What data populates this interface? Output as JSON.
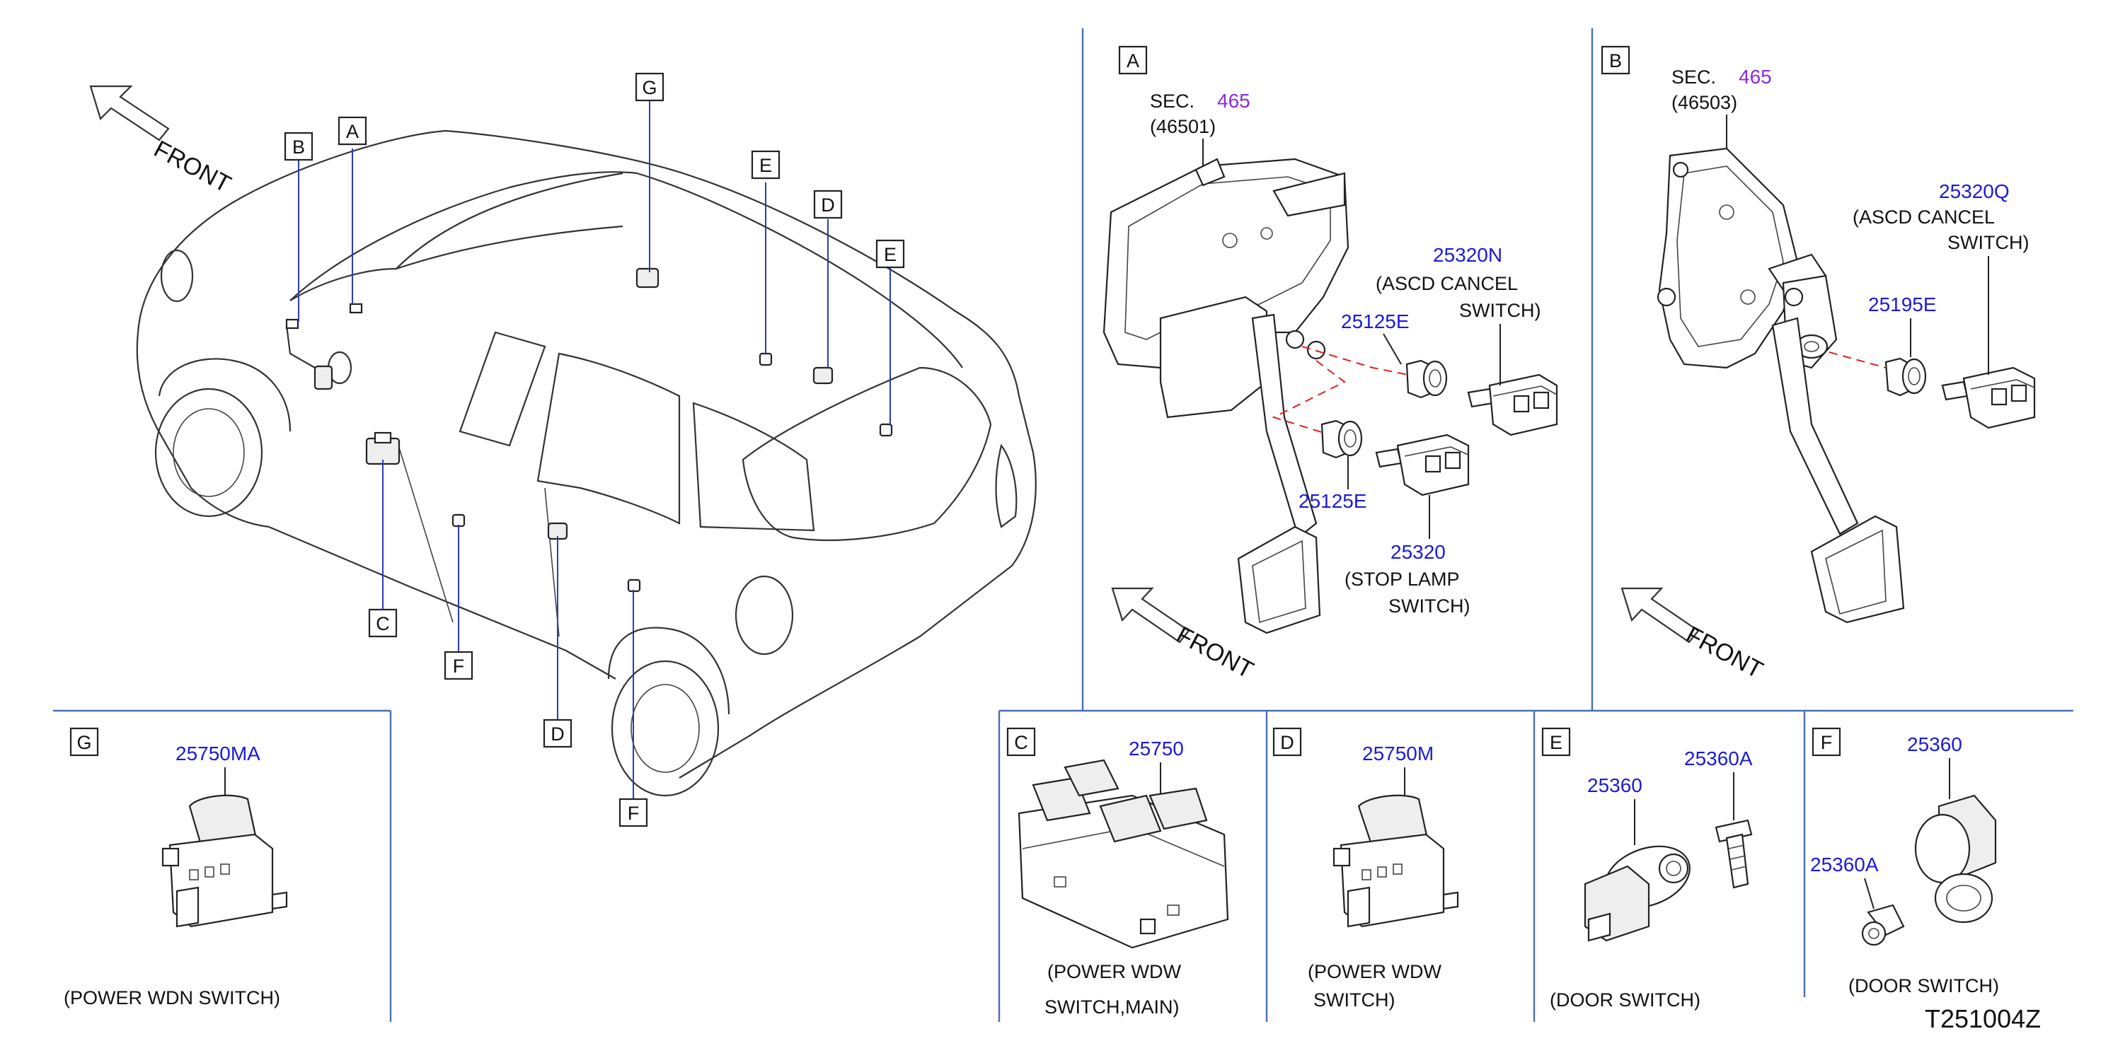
{
  "diagram": {
    "code": "T251004Z",
    "front_label": "FRONT",
    "overview_markers": [
      "A",
      "B",
      "C",
      "D",
      "D",
      "E",
      "E",
      "F",
      "F",
      "G"
    ]
  },
  "panel_a": {
    "marker": "A",
    "sec_prefix": "SEC.",
    "sec_num": "465",
    "sec_code": "(46501)",
    "parts": [
      {
        "number": "25320N",
        "desc": [
          "(ASCD   CANCEL",
          "SWITCH)"
        ]
      },
      {
        "number": "25125E",
        "desc": []
      },
      {
        "number": "25125E",
        "desc": []
      },
      {
        "number": "25320",
        "desc": [
          "(STOP   LAMP",
          "SWITCH)"
        ]
      }
    ]
  },
  "panel_b": {
    "marker": "B",
    "sec_prefix": "SEC.",
    "sec_num": "465",
    "sec_code": "(46503)",
    "parts": [
      {
        "number": "25320Q",
        "desc": [
          "(ASCD   CANCEL",
          "SWITCH)"
        ]
      },
      {
        "number": "25195E",
        "desc": []
      }
    ]
  },
  "panel_c": {
    "marker": "C",
    "number": "25750",
    "desc": [
      "(POWER   WDW",
      "SWITCH,MAIN)"
    ]
  },
  "panel_d": {
    "marker": "D",
    "number": "25750M",
    "desc": [
      "(POWER   WDW",
      "SWITCH)"
    ]
  },
  "panel_e": {
    "marker": "E",
    "numbers": [
      "25360",
      "25360A"
    ],
    "desc": [
      "(DOOR   SWITCH)"
    ]
  },
  "panel_f": {
    "marker": "F",
    "numbers": [
      "25360",
      "25360A"
    ],
    "desc": [
      "(DOOR   SWITCH)"
    ]
  },
  "panel_g": {
    "marker": "G",
    "number": "25750MA",
    "desc": [
      "(POWER   WDN   SWITCH)"
    ]
  },
  "colors": {
    "part_number": "#1a1adb",
    "section_ref": "#8a2be2",
    "divider": "#4a6fb5",
    "dash": "#e02020"
  }
}
